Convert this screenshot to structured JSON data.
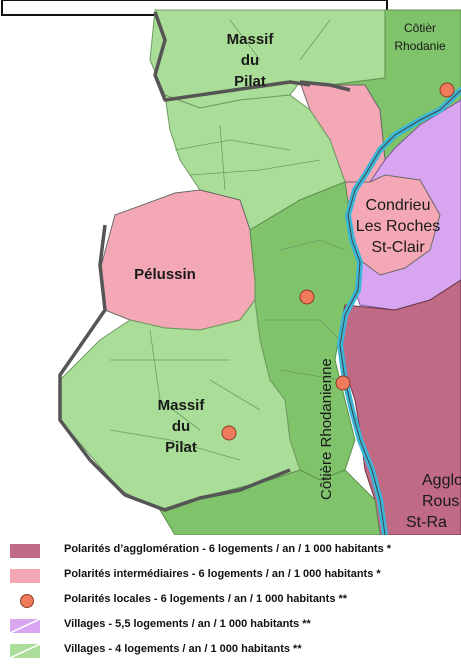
{
  "map": {
    "labels": {
      "massif_top": [
        "Massif",
        "du",
        "Pilat"
      ],
      "cotiere_top": [
        "Côtièr",
        "Rhodanie"
      ],
      "condrieu": [
        "Condrieu",
        "Les Roches",
        "St-Clair"
      ],
      "pelussin": "Pélussin",
      "massif_bottom": [
        "Massif",
        "du",
        "Pilat"
      ],
      "cotiere_vertical": "Côtière Rhodanienne",
      "agglo": [
        "Agglon",
        "Rous",
        "St-Ra"
      ]
    }
  },
  "legend": {
    "items": [
      {
        "label": "Polarités d’agglomération - 6 logements / an / 1 000 habitants *",
        "swatch": "#c06a86",
        "type": "fill"
      },
      {
        "label": "Polarités intermédiaires - 6 logements / an / 1 000 habitants *",
        "swatch": "#f4a7b5",
        "type": "fill"
      },
      {
        "label": "Polarités locales - 6 logements / an / 1 000 habitants **",
        "swatch": "#f07a5c",
        "type": "dot"
      },
      {
        "label": "Villages - 5,5 logements / an / 1 000 habitants **",
        "swatch": "#d8a6f0",
        "type": "hatch"
      },
      {
        "label": "Villages - 4 logements / an / 1 000 habitants **",
        "swatch": "#a9dd98",
        "type": "hatch"
      }
    ]
  },
  "colors": {
    "agglomeration": "#c06a86",
    "intermediaire": "#f4a7b5",
    "locale": "#f07a5c",
    "village_55": "#d8a6f0",
    "village_4": "#a9dd98",
    "cotiere": "#7fc36a",
    "river": "#39b6d8"
  }
}
